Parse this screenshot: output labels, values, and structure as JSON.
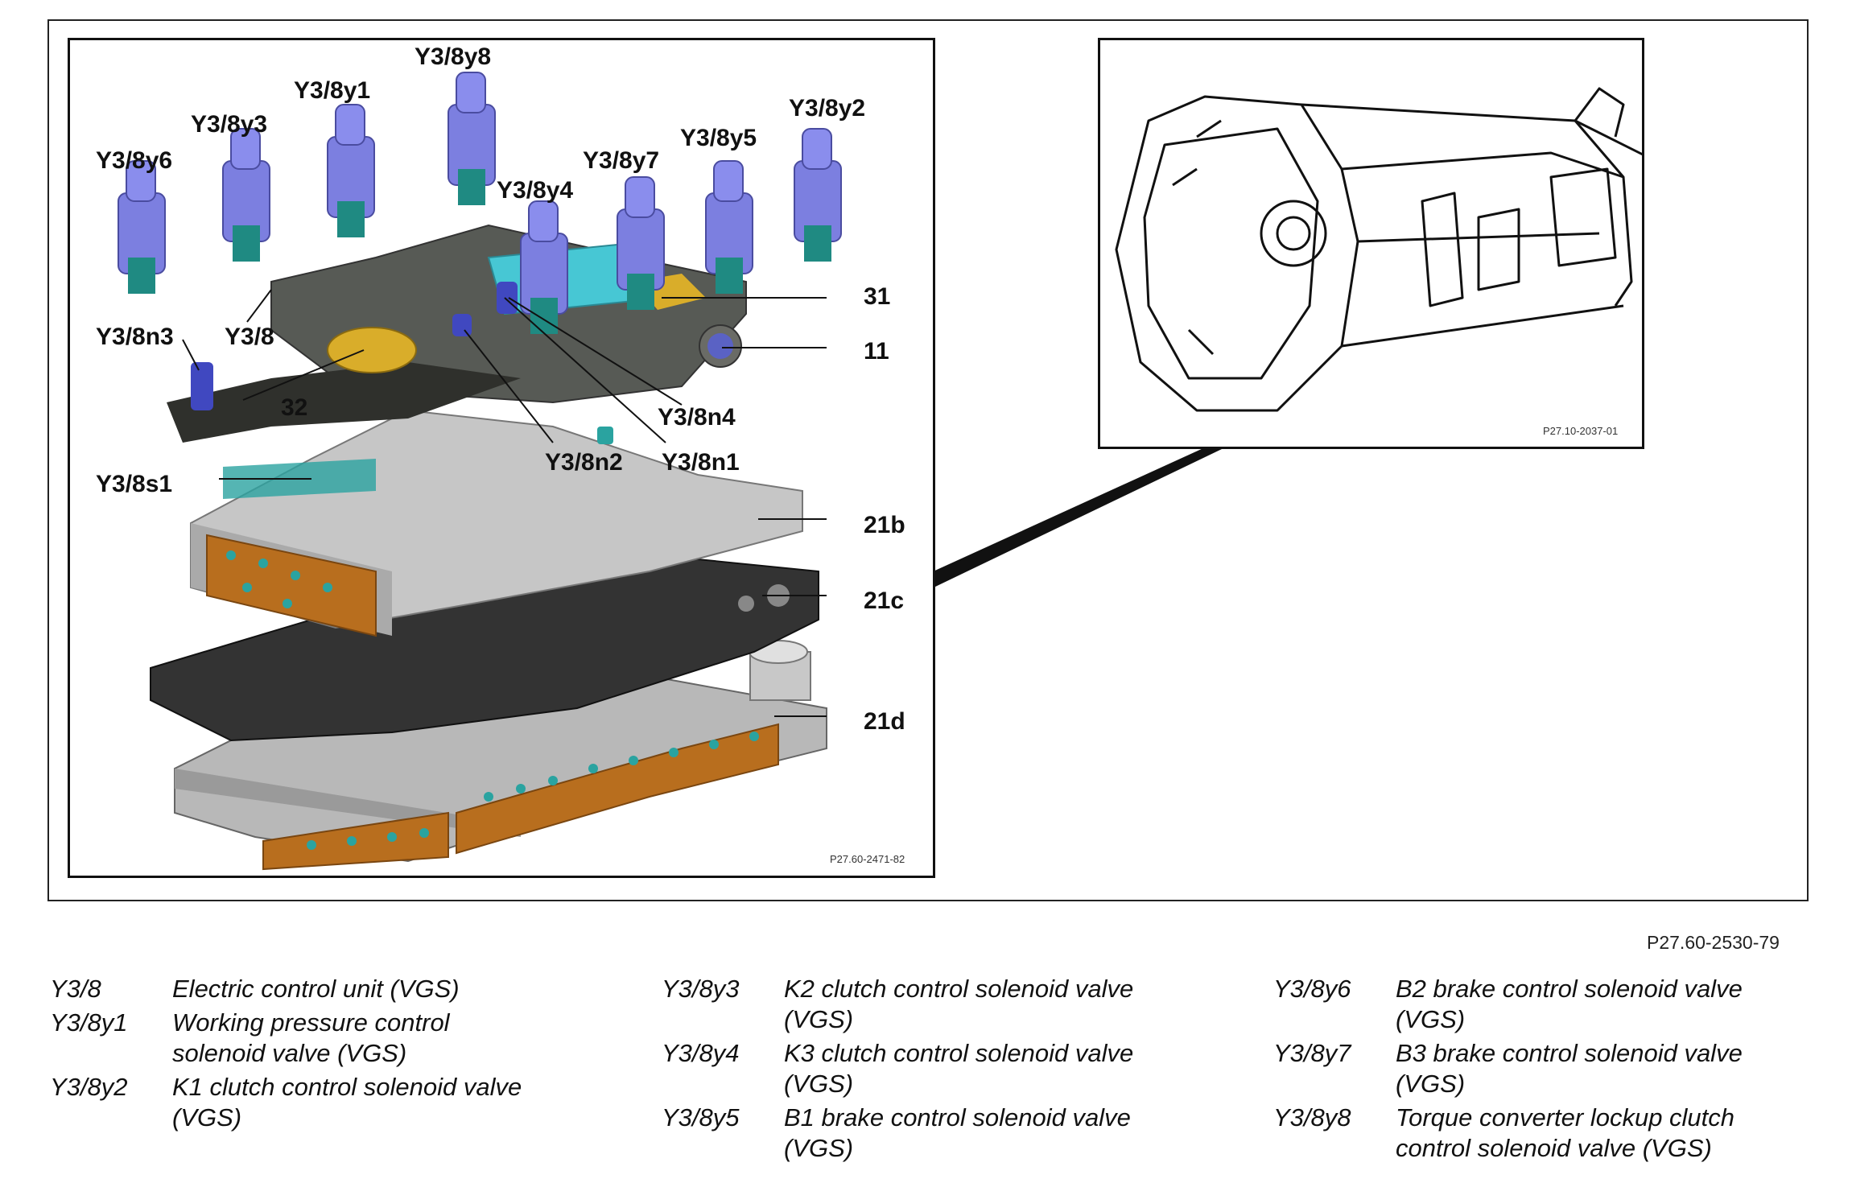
{
  "left_figure": {
    "code": "P27.60-2471-82",
    "callouts": {
      "y3_8y8": "Y3/8y8",
      "y3_8y1": "Y3/8y1",
      "y3_8y3": "Y3/8y3",
      "y3_8y2": "Y3/8y2",
      "y3_8y6": "Y3/8y6",
      "y3_8y5": "Y3/8y5",
      "y3_8y7": "Y3/8y7",
      "y3_8y4": "Y3/8y4",
      "c31": "31",
      "c11": "11",
      "y3_8n3": "Y3/8n3",
      "y3_8": "Y3/8",
      "c32": "32",
      "y3_8n4": "Y3/8n4",
      "y3_8n2": "Y3/8n2",
      "y3_8n1": "Y3/8n1",
      "y3_8s1": "Y3/8s1",
      "c21b": "21b",
      "c21c": "21c",
      "c21d": "21d"
    }
  },
  "right_figure": {
    "code": "P27.10-2037-01"
  },
  "figure_ref": "P27.60-2530-79",
  "legend": [
    [
      {
        "code": "Y3/8",
        "desc": "Electric control unit (VGS)"
      },
      {
        "code": "Y3/8y1",
        "desc": "Working pressure control solenoid valve (VGS)"
      },
      {
        "code": "Y3/8y2",
        "desc": "K1 clutch control solenoid valve (VGS)"
      }
    ],
    [
      {
        "code": "Y3/8y3",
        "desc": "K2 clutch control solenoid valve (VGS)"
      },
      {
        "code": "Y3/8y4",
        "desc": "K3 clutch control solenoid valve (VGS)"
      },
      {
        "code": "Y3/8y5",
        "desc": "B1 brake control solenoid valve (VGS)"
      }
    ],
    [
      {
        "code": "Y3/8y6",
        "desc": "B2 brake control solenoid valve (VGS)"
      },
      {
        "code": "Y3/8y7",
        "desc": "B3 brake control solenoid valve (VGS)"
      },
      {
        "code": "Y3/8y8",
        "desc": "Torque converter lockup clutch control solenoid valve (VGS)"
      }
    ]
  ]
}
